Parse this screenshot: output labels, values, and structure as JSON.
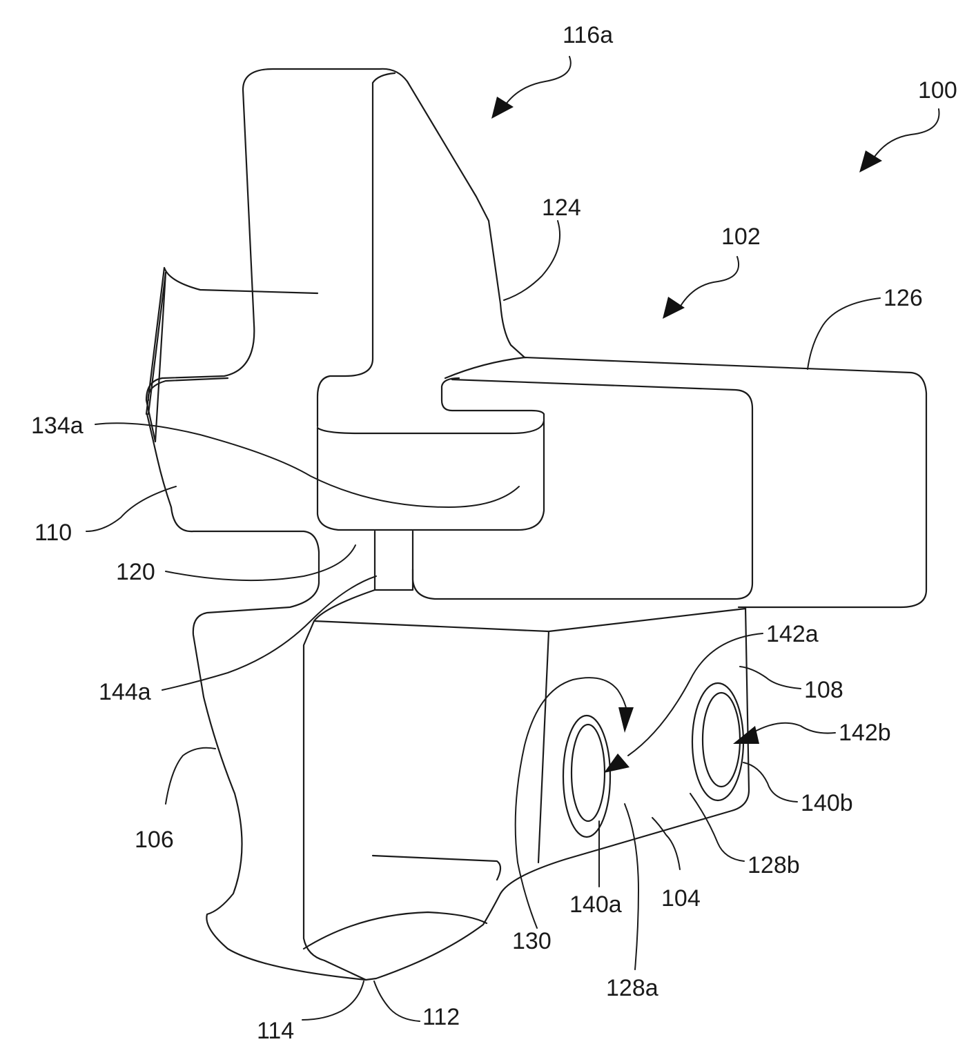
{
  "figure": {
    "labels": {
      "l100": "100",
      "l102": "102",
      "l104": "104",
      "l106": "106",
      "l108": "108",
      "l110": "110",
      "l112": "112",
      "l114": "114",
      "l116a": "116a",
      "l120": "120",
      "l124": "124",
      "l126": "126",
      "l128a": "128a",
      "l128b": "128b",
      "l130": "130",
      "l134a": "134a",
      "l140a": "140a",
      "l140b": "140b",
      "l142a": "142a",
      "l142b": "142b",
      "l144a": "144a"
    },
    "colors": {
      "line": "#1a1a1a",
      "background": "#ffffff"
    }
  }
}
